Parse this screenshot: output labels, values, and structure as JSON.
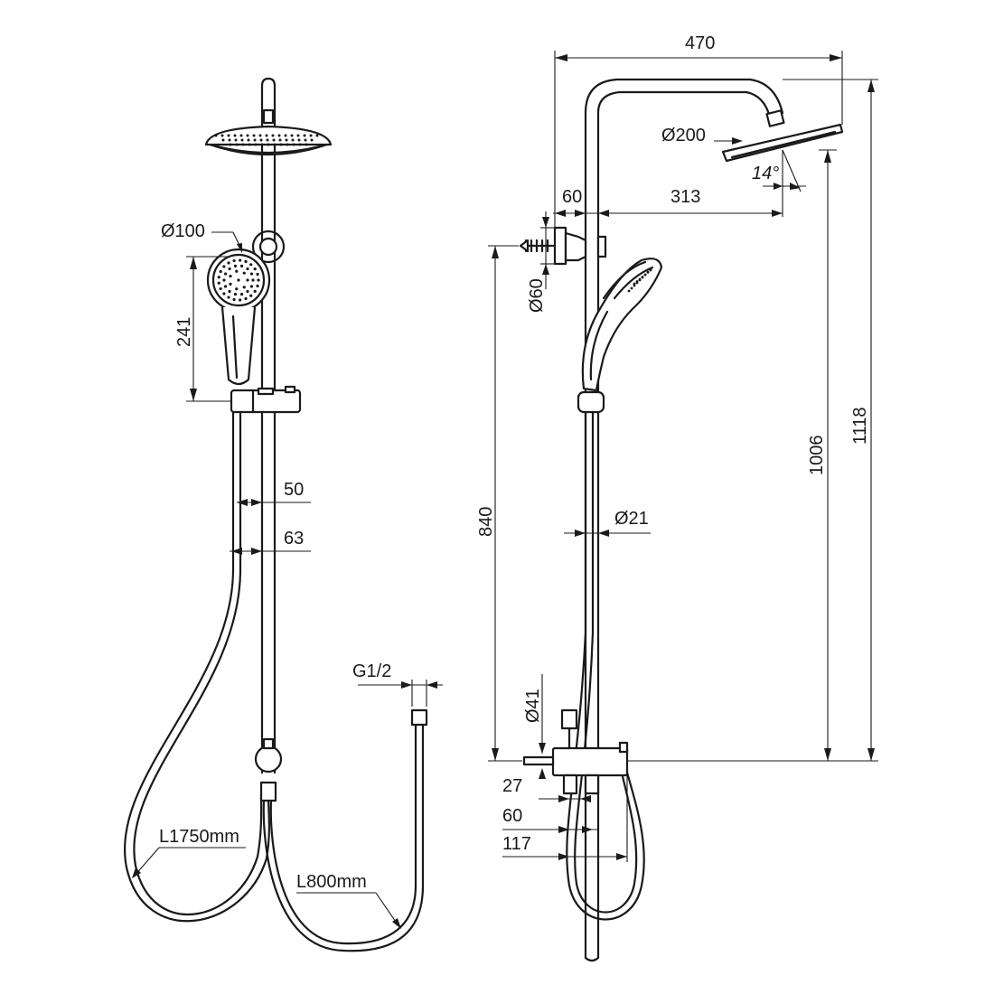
{
  "front_view": {
    "dim_handshower_diameter": "Ø100",
    "dim_handshower_height": "241",
    "dim_spacing_50": "50",
    "dim_spacing_63": "63",
    "dim_thread": "G1/2",
    "dim_long_hose": "L1750mm",
    "dim_short_hose": "L800mm"
  },
  "side_view": {
    "dim_overall_width": "470",
    "dim_head_diameter": "Ø200",
    "dim_head_angle": "14°",
    "dim_wall_offset": "60",
    "dim_arm_reach": "313",
    "dim_bracket_diameter": "Ø60",
    "dim_bracket_height": "840",
    "dim_rail_diameter": "Ø21",
    "dim_head_height": "1006",
    "dim_total_height": "1118",
    "dim_valve_diameter": "Ø41",
    "dim_valve_27": "27",
    "dim_valve_60": "60",
    "dim_valve_117": "117"
  }
}
